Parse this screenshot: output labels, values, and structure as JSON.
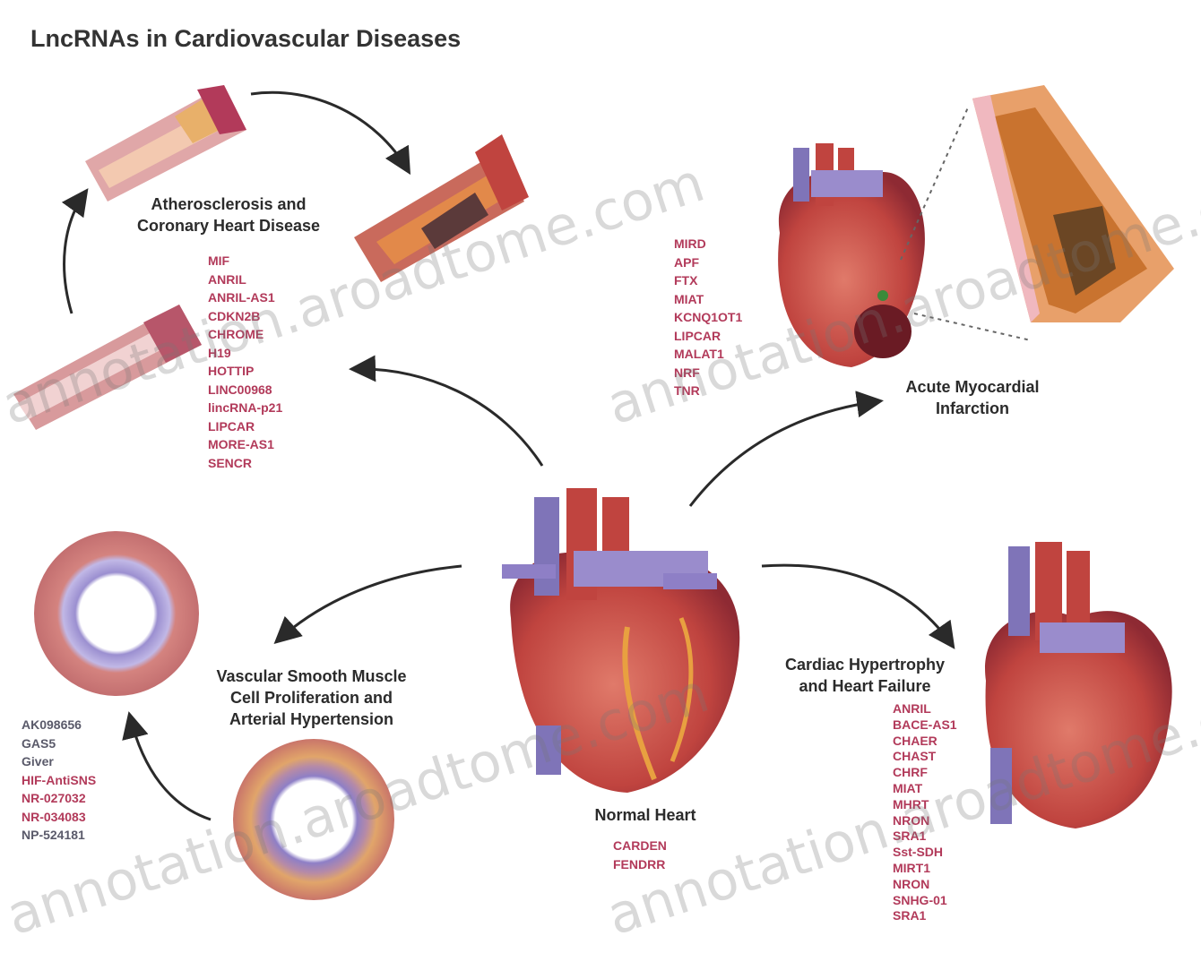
{
  "title": "LncRNAs in Cardiovascular Diseases",
  "sections": {
    "atherosclerosis": {
      "label_line1": "Atherosclerosis and",
      "label_line2": "Coronary Heart Disease",
      "genes": [
        "MIF",
        "ANRIL",
        "ANRIL-AS1",
        "CDKN2B",
        "CHROME",
        "H19",
        "HOTTIP",
        "LINC00968",
        "lincRNA-p21",
        "LIPCAR",
        "MORE-AS1",
        "SENCR"
      ]
    },
    "ami": {
      "label_line1": "Acute Myocardial",
      "label_line2": "Infarction",
      "genes": [
        "MIRD",
        "APF",
        "FTX",
        "MIAT",
        "KCNQ1OT1",
        "LIPCAR",
        "MALAT1",
        "NRF",
        "TNR"
      ]
    },
    "vsmc": {
      "label_line1": "Vascular Smooth Muscle",
      "label_line2": "Cell Proliferation and",
      "label_line3": "Arterial Hypertension",
      "genes": [
        "AK098656",
        "GAS5",
        "Giver",
        "HIF-AntiSNS",
        "NR-027032",
        "NR-034083",
        "NP-524181"
      ]
    },
    "normal": {
      "label": "Normal Heart",
      "genes": [
        "CARDEN",
        "FENDRR"
      ]
    },
    "hypertrophy": {
      "label_line1": "Cardiac Hypertrophy",
      "label_line2": "and Heart Failure",
      "genes": [
        "ANRIL",
        "BACE-AS1",
        "CHAER",
        "CHAST",
        "CHRF",
        "MIAT",
        "MHRT",
        "NRON",
        "SRA1",
        "Sst-SDH",
        "MIRT1",
        "NRON",
        "SNHG-01",
        "SRA1"
      ]
    }
  },
  "watermark": "annotation.aroadtome.com",
  "colors": {
    "gene_text": "#b23a5a",
    "label_text": "#2b2b2b",
    "arrow": "#2a2a2a",
    "vessel_wall": "#c98a8a",
    "heart_red": "#c94a4a",
    "vein_blue": "#7f74b8"
  }
}
